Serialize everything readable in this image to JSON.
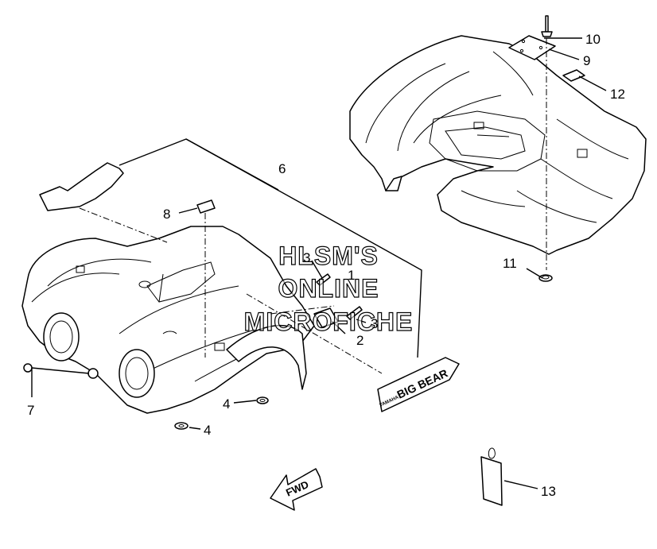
{
  "diagram": {
    "callouts": {
      "c1_label": "1",
      "c2_label": "2",
      "c3a_label": "3",
      "c3b_label": "3",
      "c4a_label": "4",
      "c4b_label": "4",
      "c6_label": "6",
      "c7_label": "7",
      "c8_label": "8",
      "c9_label": "9",
      "c10_label": "10",
      "c11_label": "11",
      "c12_label": "12",
      "c13_label": "13"
    },
    "watermark": {
      "line1": "HLSM'S",
      "line2": "ONLINE",
      "line3": "MICROFICHE"
    },
    "decal_text": "BIG BEAR",
    "decal_small": "YAMAHA",
    "arrow_text": "FWD",
    "colors": {
      "line": "#000000",
      "background": "#ffffff"
    }
  }
}
